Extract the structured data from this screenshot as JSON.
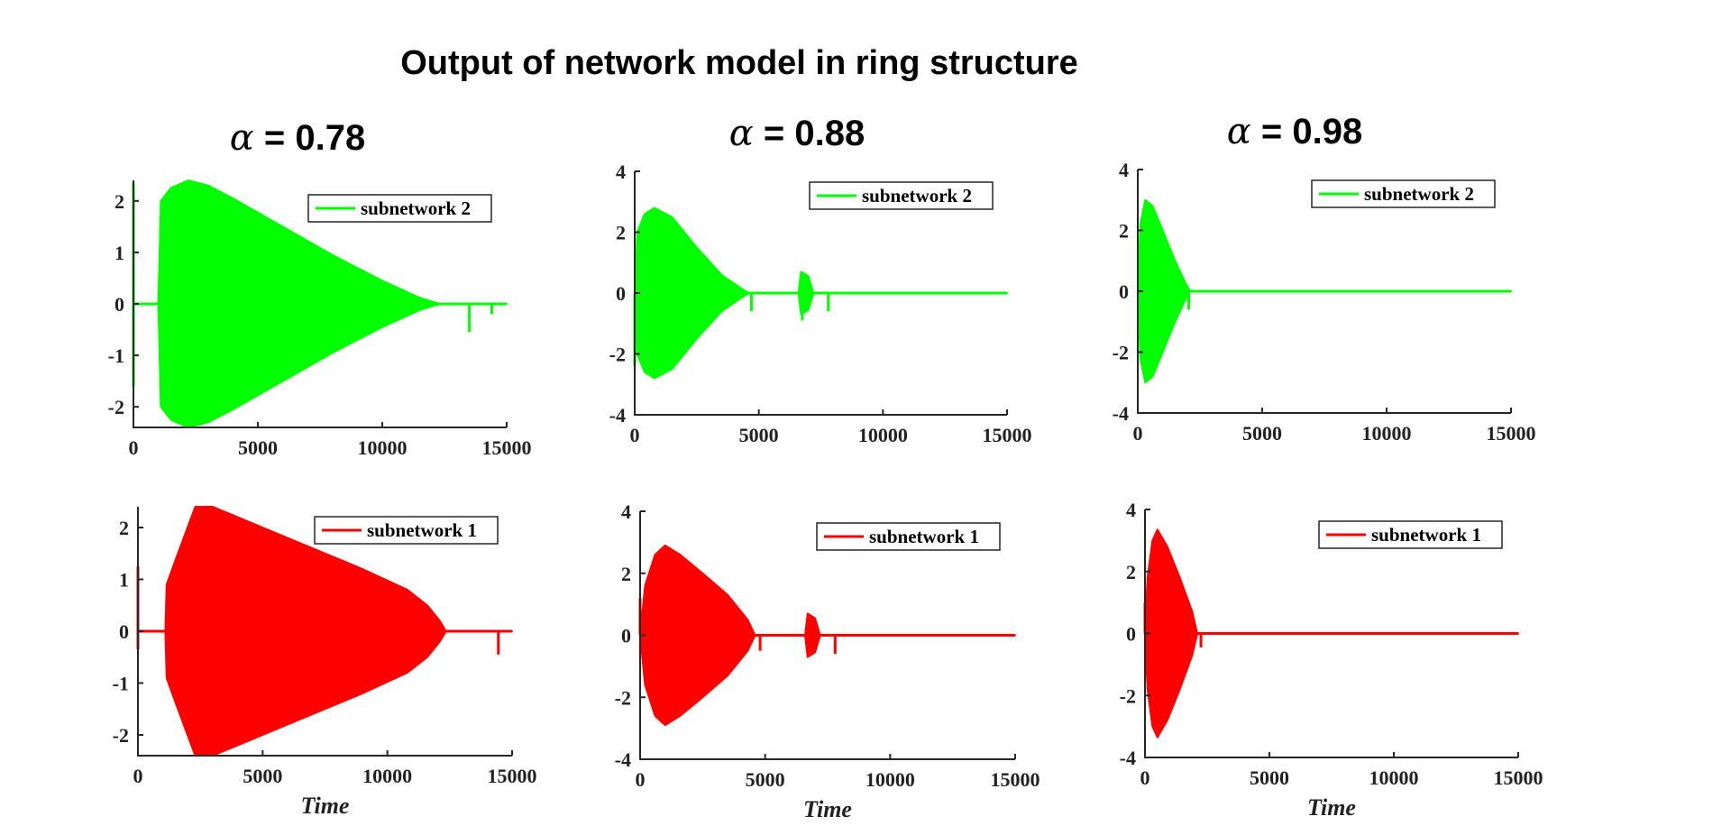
{
  "figure": {
    "title": "Output of network model in ring structure",
    "columns": [
      {
        "greek": "α",
        "text": " = 0.78"
      },
      {
        "greek": "α",
        "text": " = 0.88"
      },
      {
        "greek": "α",
        "text": " = 0.98"
      }
    ]
  },
  "colors": {
    "subnetwork_2": "#00ff00",
    "subnetwork_1": "#ff0000",
    "axis": "#262626"
  },
  "chart_data": [
    {
      "type": "line",
      "alpha": "0.78",
      "row": 0,
      "col": 0,
      "series": [
        {
          "name": "subnetwork 2",
          "color": "#00ff00"
        }
      ],
      "xlim": [
        0,
        15000
      ],
      "ylim": [
        -2.4,
        2.4
      ],
      "xticks": [
        0,
        5000,
        10000,
        15000
      ],
      "yticks": [
        -2,
        -1,
        0,
        1,
        2
      ],
      "xlabel": "",
      "envelope": [
        [
          0,
          0
        ],
        [
          1000,
          0
        ],
        [
          1100,
          2.0
        ],
        [
          1500,
          2.25
        ],
        [
          2200,
          2.4
        ],
        [
          3000,
          2.3
        ],
        [
          4000,
          2.05
        ],
        [
          6000,
          1.5
        ],
        [
          8000,
          0.95
        ],
        [
          10000,
          0.45
        ],
        [
          11500,
          0.12
        ],
        [
          12300,
          0
        ],
        [
          15000,
          0
        ]
      ],
      "spikes": [
        {
          "x": 0,
          "y": 2.35
        },
        {
          "x": 0,
          "y": -1.6
        },
        {
          "x": 13500,
          "y": -0.55
        },
        {
          "x": 14400,
          "y": -0.2
        }
      ]
    },
    {
      "type": "line",
      "alpha": "0.88",
      "row": 0,
      "col": 1,
      "series": [
        {
          "name": "subnetwork 2",
          "color": "#00ff00"
        }
      ],
      "xlim": [
        0,
        15000
      ],
      "ylim": [
        -4,
        4
      ],
      "xticks": [
        0,
        5000,
        10000,
        15000
      ],
      "yticks": [
        -4,
        -2,
        0,
        2,
        4
      ],
      "xlabel": "",
      "envelope": [
        [
          0,
          0
        ],
        [
          100,
          2.0
        ],
        [
          400,
          2.6
        ],
        [
          800,
          2.8
        ],
        [
          1500,
          2.5
        ],
        [
          2500,
          1.5
        ],
        [
          3500,
          0.6
        ],
        [
          4300,
          0.15
        ],
        [
          4600,
          0
        ],
        [
          6600,
          0
        ],
        [
          6700,
          0.7
        ],
        [
          7000,
          0.55
        ],
        [
          7200,
          0
        ],
        [
          15000,
          0
        ]
      ],
      "spikes": [
        {
          "x": 0,
          "y": -2.4
        },
        {
          "x": 4700,
          "y": -0.6
        },
        {
          "x": 6750,
          "y": -0.9
        },
        {
          "x": 7800,
          "y": -0.6
        }
      ]
    },
    {
      "type": "line",
      "alpha": "0.98",
      "row": 0,
      "col": 2,
      "series": [
        {
          "name": "subnetwork 2",
          "color": "#00ff00"
        }
      ],
      "xlim": [
        0,
        15000
      ],
      "ylim": [
        -4,
        4
      ],
      "xticks": [
        0,
        5000,
        10000,
        15000
      ],
      "yticks": [
        -4,
        -2,
        0,
        2,
        4
      ],
      "xlabel": "",
      "envelope": [
        [
          0,
          0
        ],
        [
          100,
          2.2
        ],
        [
          300,
          3.0
        ],
        [
          600,
          2.8
        ],
        [
          1000,
          2.0
        ],
        [
          1500,
          1.0
        ],
        [
          1900,
          0.3
        ],
        [
          2100,
          0
        ],
        [
          15000,
          0
        ]
      ],
      "spikes": [
        {
          "x": 2050,
          "y": -0.6
        }
      ]
    },
    {
      "type": "line",
      "alpha": "0.78",
      "row": 1,
      "col": 0,
      "series": [
        {
          "name": "subnetwork 1",
          "color": "#ff0000"
        }
      ],
      "xlim": [
        0,
        15000
      ],
      "ylim": [
        -2.4,
        2.4
      ],
      "xticks": [
        0,
        5000,
        10000,
        15000
      ],
      "yticks": [
        -2,
        -1,
        0,
        1,
        2
      ],
      "xlabel": "Time",
      "envelope": [
        [
          0,
          0
        ],
        [
          1100,
          0
        ],
        [
          1150,
          0.9
        ],
        [
          1600,
          1.5
        ],
        [
          2300,
          2.4
        ],
        [
          3000,
          2.4
        ],
        [
          5000,
          2.0
        ],
        [
          7000,
          1.6
        ],
        [
          9000,
          1.2
        ],
        [
          10800,
          0.8
        ],
        [
          11600,
          0.5
        ],
        [
          12100,
          0.2
        ],
        [
          12350,
          0
        ],
        [
          15000,
          0
        ]
      ],
      "spikes": [
        {
          "x": 0,
          "y": 1.25
        },
        {
          "x": 0,
          "y": -0.35
        },
        {
          "x": 14450,
          "y": -0.45
        }
      ]
    },
    {
      "type": "line",
      "alpha": "0.88",
      "row": 1,
      "col": 1,
      "series": [
        {
          "name": "subnetwork 1",
          "color": "#ff0000"
        }
      ],
      "xlim": [
        0,
        15000
      ],
      "ylim": [
        -4,
        4
      ],
      "xticks": [
        0,
        5000,
        10000,
        15000
      ],
      "yticks": [
        -4,
        -2,
        0,
        2,
        4
      ],
      "xlabel": "Time",
      "envelope": [
        [
          0,
          0
        ],
        [
          200,
          1.6
        ],
        [
          600,
          2.6
        ],
        [
          1000,
          2.9
        ],
        [
          1600,
          2.6
        ],
        [
          2500,
          2.0
        ],
        [
          3500,
          1.3
        ],
        [
          4300,
          0.5
        ],
        [
          4600,
          0
        ],
        [
          6600,
          0
        ],
        [
          6700,
          0.7
        ],
        [
          7000,
          0.55
        ],
        [
          7200,
          0
        ],
        [
          15000,
          0
        ]
      ],
      "spikes": [
        {
          "x": 0,
          "y": 1.2
        },
        {
          "x": 4800,
          "y": -0.5
        },
        {
          "x": 7800,
          "y": -0.6
        }
      ]
    },
    {
      "type": "line",
      "alpha": "0.98",
      "row": 1,
      "col": 2,
      "series": [
        {
          "name": "subnetwork 1",
          "color": "#ff0000"
        }
      ],
      "xlim": [
        0,
        15000
      ],
      "ylim": [
        -4,
        4
      ],
      "xticks": [
        0,
        5000,
        10000,
        15000
      ],
      "yticks": [
        -4,
        -2,
        0,
        2,
        4
      ],
      "xlabel": "Time",
      "envelope": [
        [
          0,
          0
        ],
        [
          100,
          1.8
        ],
        [
          300,
          3.0
        ],
        [
          500,
          3.35
        ],
        [
          900,
          2.8
        ],
        [
          1400,
          1.8
        ],
        [
          1900,
          0.7
        ],
        [
          2100,
          0
        ],
        [
          15000,
          0
        ]
      ],
      "spikes": [
        {
          "x": 0,
          "y": 1.0
        },
        {
          "x": 2250,
          "y": -0.45
        }
      ]
    }
  ]
}
